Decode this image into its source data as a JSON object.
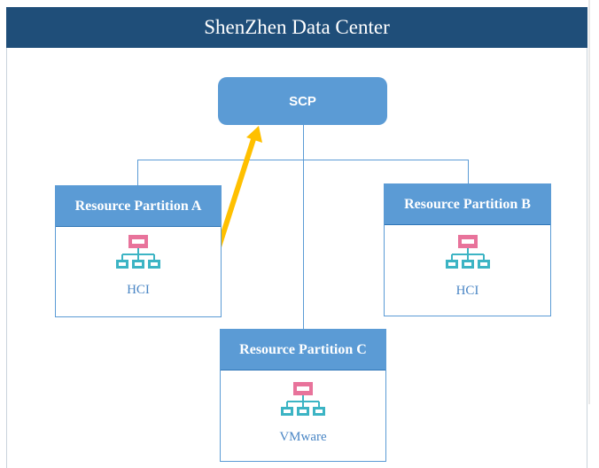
{
  "header": {
    "title": "ShenZhen Data Center"
  },
  "scp": {
    "label": "SCP"
  },
  "partitions": {
    "a": {
      "title": "Resource Partition A",
      "platform": "HCI"
    },
    "b": {
      "title": "Resource Partition B",
      "platform": "HCI"
    },
    "c": {
      "title": "Resource Partition C",
      "platform": "VMware"
    }
  },
  "colors": {
    "header_bg": "#1f4e79",
    "node_blue": "#5b9bd5",
    "label_blue": "#4a86c5",
    "icon_pink": "#e8739b",
    "icon_teal": "#3cb4c4",
    "arrow_orange": "#ffc000"
  },
  "icons": {
    "platform_icon": "network-hierarchy-icon",
    "migration_arrow": "arrow-up-right-icon"
  }
}
